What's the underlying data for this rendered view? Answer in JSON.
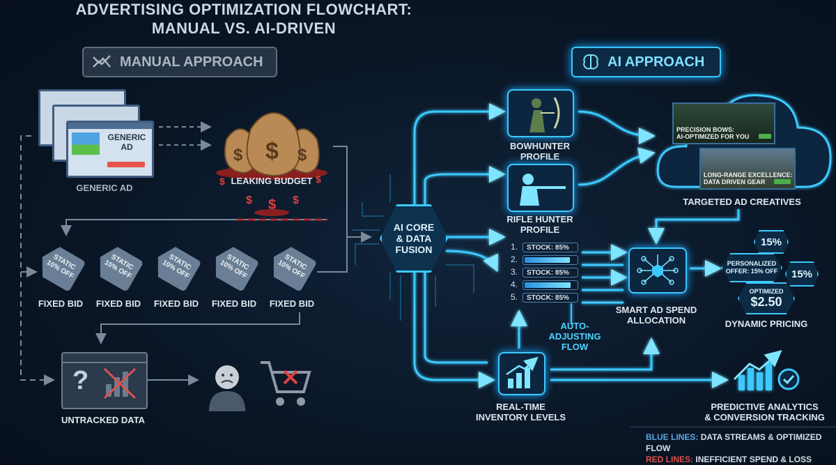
{
  "title": {
    "line1": "ADVERTISING OPTIMIZATION FLOWCHART:",
    "line2": "MANUAL VS. AI-DRIVEN"
  },
  "manual": {
    "badge": "MANUAL APPROACH",
    "generic_ad": {
      "window_text_line1": "GENERIC",
      "window_text_line2": "AD",
      "label": "GENERIC AD"
    },
    "leaking_budget": {
      "label": "LEAKING BUDGET"
    },
    "tags": [
      {
        "text_line1": "STATIC",
        "text_line2": "10% OFF",
        "label": "FIXED BID"
      },
      {
        "text_line1": "STATIC",
        "text_line2": "10% OFF",
        "label": "FIXED BID"
      },
      {
        "text_line1": "STATIC",
        "text_line2": "10% OFF",
        "label": "FIXED BID"
      },
      {
        "text_line1": "STATIC",
        "text_line2": "10% OFF",
        "label": "FIXED BID"
      },
      {
        "text_line1": "STATIC",
        "text_line2": "10% OFF",
        "label": "FIXED BID"
      }
    ],
    "untracked": {
      "icon_text": "?",
      "label": "UNTRACKED DATA"
    }
  },
  "ai": {
    "badge": "AI APPROACH",
    "core": {
      "line1": "AI CORE",
      "line2": "& DATA",
      "line3": "FUSION"
    },
    "bowhunter": {
      "line1": "BOWHUNTER",
      "line2": "PROFILE"
    },
    "rifle": {
      "line1": "RIFLE HUNTER",
      "line2": "PROFILE"
    },
    "creatives": {
      "ad1_line1": "PRECISION BOWS:",
      "ad1_line2": "AI-OPTIMIZED FOR YOU",
      "ad2_line1": "LONG-RANGE EXCELLENCE:",
      "ad2_line2": "DATA DRIVEN GEAR",
      "label": "TARGETED AD CREATIVES"
    },
    "stock_list": [
      {
        "num": "1.",
        "text": "STOCK: 85%"
      },
      {
        "num": "2.",
        "fill": 0.9
      },
      {
        "num": "3.",
        "text": "STOCK: 85%"
      },
      {
        "num": "4.",
        "fill": 0.92
      },
      {
        "num": "5.",
        "text": "STOCK: 85%"
      }
    ],
    "auto_adjusting": {
      "line1": "AUTO-ADJUSTING",
      "line2": "FLOW"
    },
    "smart_spend": {
      "line1": "SMART AD SPEND",
      "line2": "ALLOCATION"
    },
    "pricing": {
      "top_pct": "15%",
      "right_pct": "15%",
      "offer_line1": "PERSONALIZED",
      "offer_line2": "OFFER: 15% OFF",
      "optimized_label": "OPTIMIZED",
      "optimized_price": "$2.50",
      "label": "DYNAMIC PRICING"
    },
    "inventory": {
      "line1": "REAL-TIME",
      "line2": "INVENTORY LEVELS"
    },
    "predictive": {
      "line1": "PREDICTIVE ANALYTICS",
      "line2": "& CONVERSION TRACKING"
    }
  },
  "legend": {
    "blue_key": "BLUE LINES:",
    "blue_text": "DATA STREAMS & OPTIMIZED FLOW",
    "red_key": "RED LINES:",
    "red_text": "INEFFICIENT SPEND & LOSS"
  },
  "colors": {
    "blue": "#3cc9ff",
    "red": "#e0413c",
    "manual_gray": "#5f6e7e",
    "background": "#0a1626"
  }
}
